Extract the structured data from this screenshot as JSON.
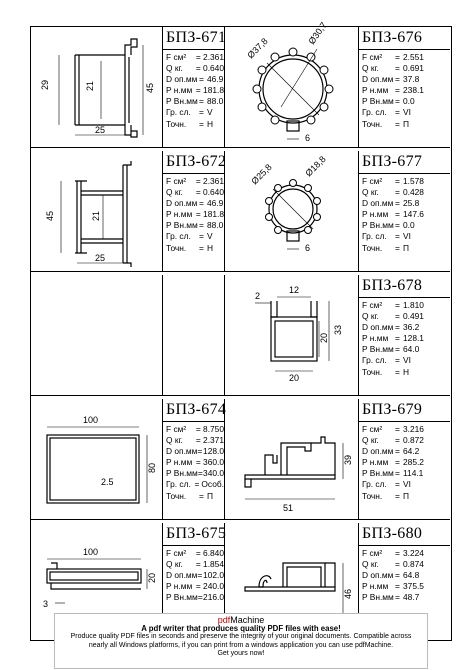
{
  "labels": {
    "area": "F см²",
    "mass": "Q кг.",
    "diam": "D оп.мм",
    "p_out": "P н.мм",
    "p_in": "P Вн.мм",
    "group": "Гр. сл.",
    "precision": "Точн."
  },
  "profiles": [
    {
      "id": "BP671",
      "name": "БПЗ-671",
      "F": "2.361",
      "Q": "0.640",
      "D": "46.9",
      "Pn": "181.8",
      "Pv": "88.0",
      "gr": "V",
      "tochn": "Н"
    },
    {
      "id": "BP676",
      "name": "БПЗ-676",
      "F": "2.551",
      "Q": "0.691",
      "D": "37.8",
      "Pn": "238.1",
      "Pv": "0.0",
      "gr": "VI",
      "tochn": "П"
    },
    {
      "id": "BP672",
      "name": "БПЗ-672",
      "F": "2.361",
      "Q": "0.640",
      "D": "46.9",
      "Pn": "181.8",
      "Pv": "88.0",
      "gr": "V",
      "tochn": "Н"
    },
    {
      "id": "BP677",
      "name": "БПЗ-677",
      "F": "1.578",
      "Q": "0.428",
      "D": "25.8",
      "Pn": "147.6",
      "Pv": "0.0",
      "gr": "VI",
      "tochn": "П"
    },
    {
      "id": "BP678",
      "name": "БПЗ-678",
      "F": "1.810",
      "Q": "0.491",
      "D": "36.2",
      "Pn": "128.1",
      "Pv": "64.0",
      "gr": "VI",
      "tochn": "Н"
    },
    {
      "id": "BP674",
      "name": "БПЗ-674",
      "F": "8.750",
      "Q": "2.371",
      "D": "128.0",
      "Pn": "360.0",
      "Pv": "340.0",
      "gr": "Особ.",
      "tochn": "П"
    },
    {
      "id": "BP679",
      "name": "БПЗ-679",
      "F": "3.216",
      "Q": "0.872",
      "D": "64.2",
      "Pn": "285.2",
      "Pv": "114.1",
      "gr": "VI",
      "tochn": "П"
    },
    {
      "id": "BP675",
      "name": "БПЗ-675",
      "F": "6.840",
      "Q": "1.854",
      "D": "102.0",
      "Pn": "240.0",
      "Pv": "216.0",
      "gr": "",
      "tochn": ""
    },
    {
      "id": "BP680",
      "name": "БПЗ-680",
      "F": "3.224",
      "Q": "0.874",
      "D": "64.8",
      "Pn": "375.5",
      "Pv": "48.7",
      "gr": "",
      "tochn": ""
    }
  ],
  "dims": {
    "d671": {
      "h": "29",
      "h2": "21",
      "w": "25",
      "h3": "45"
    },
    "d676": {
      "a": "Ø37,8",
      "b": "Ø30,7",
      "c": "6"
    },
    "d672": {
      "h": "45",
      "h2": "21",
      "w": "25"
    },
    "d677": {
      "a": "Ø25,8",
      "b": "Ø18,8",
      "c": "6"
    },
    "d678": {
      "top": "12",
      "left": "2",
      "h": "33",
      "h2": "20",
      "w": "20"
    },
    "d674": {
      "w": "100",
      "h": "80",
      "t": "2.5"
    },
    "d679": {
      "h": "39",
      "w": "51"
    },
    "d675": {
      "w": "100",
      "h": "20",
      "t": "3"
    },
    "d680": {
      "h": "46",
      "w": "51"
    }
  },
  "footer": {
    "brand_pdf": "pdf",
    "brand_machine": "Machine",
    "slogan": "A pdf writer that produces quality PDF files with ease!",
    "line1": "Produce quality PDF files in seconds and preserve the integrity of your original documents. Compatible across",
    "line2": "nearly all Windows platforms, if you can print from a windows application you can use pdfMachine.",
    "line3": "Get yours now!"
  }
}
